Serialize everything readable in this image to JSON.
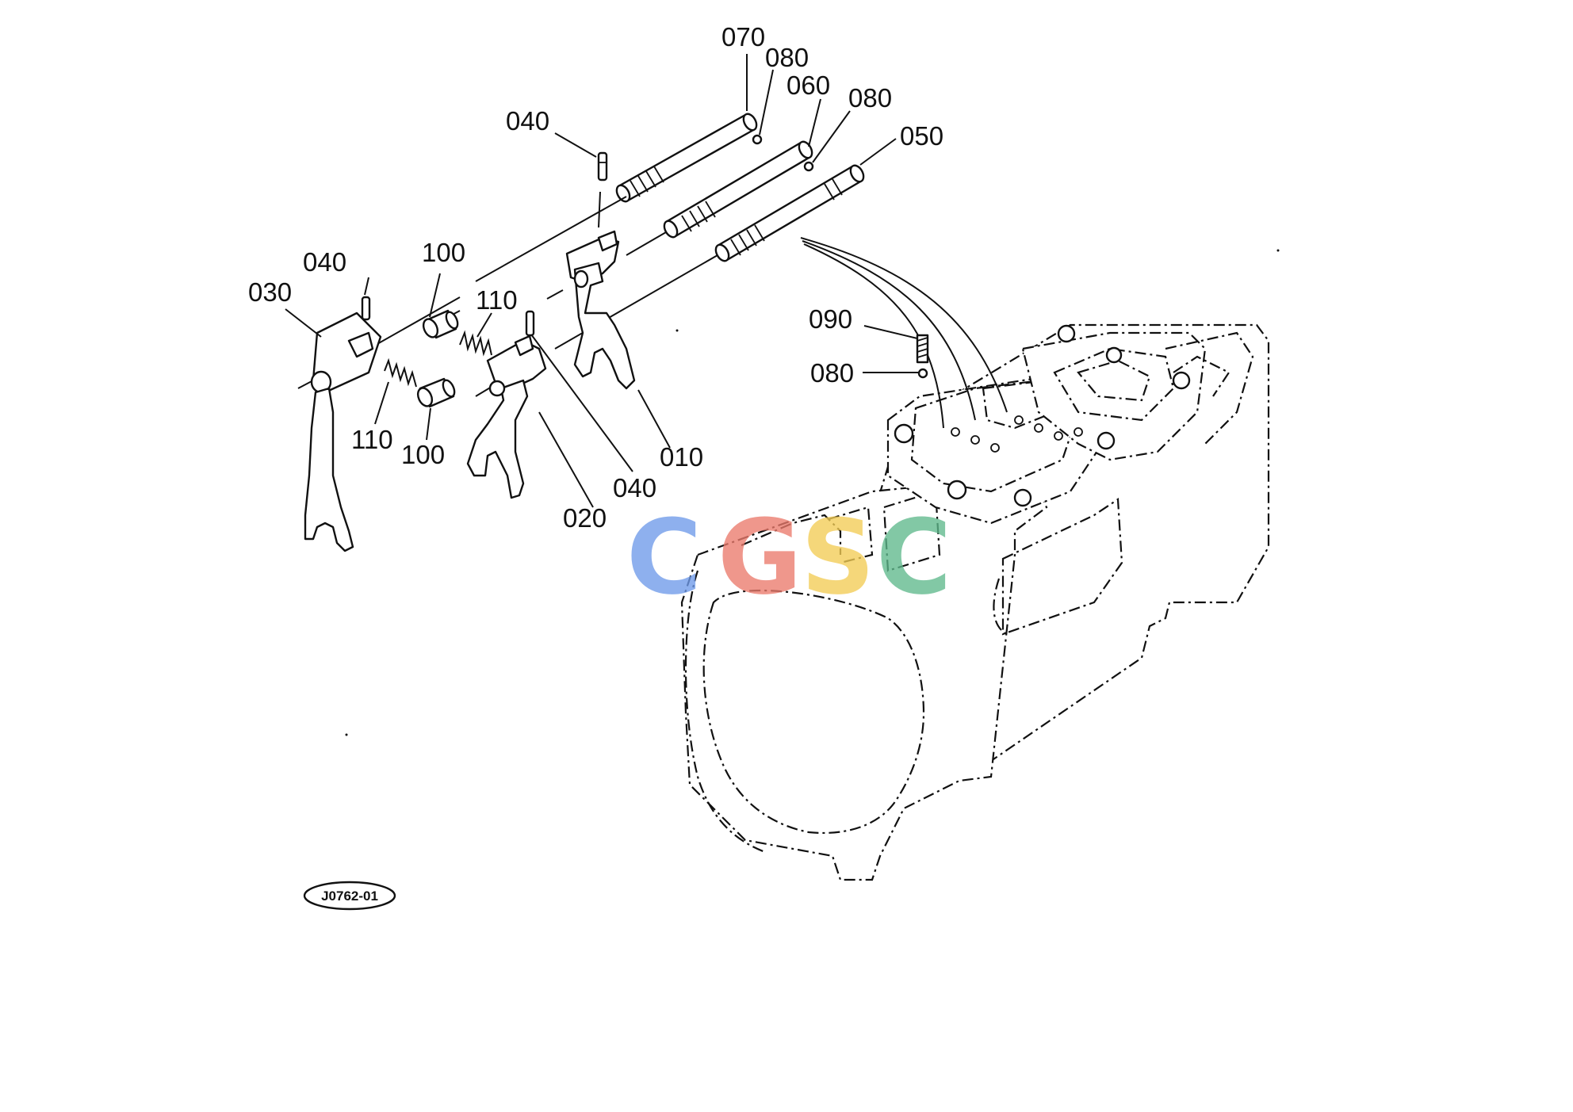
{
  "callouts": [
    {
      "id": "c-070a",
      "text": "070"
    },
    {
      "id": "c-080a",
      "text": "080"
    },
    {
      "id": "c-060",
      "text": "060"
    },
    {
      "id": "c-080b",
      "text": "080"
    },
    {
      "id": "c-050",
      "text": "050"
    },
    {
      "id": "c-040a",
      "text": "040"
    },
    {
      "id": "c-040b",
      "text": "040"
    },
    {
      "id": "c-030",
      "text": "030"
    },
    {
      "id": "c-100a",
      "text": "100"
    },
    {
      "id": "c-110a",
      "text": "110"
    },
    {
      "id": "c-110b",
      "text": "110"
    },
    {
      "id": "c-100b",
      "text": "100"
    },
    {
      "id": "c-020",
      "text": "020"
    },
    {
      "id": "c-040c",
      "text": "040"
    },
    {
      "id": "c-010",
      "text": "010"
    },
    {
      "id": "c-090",
      "text": "090"
    },
    {
      "id": "c-080c",
      "text": "080"
    }
  ],
  "diagram_ref": "J0762-01",
  "watermark": {
    "letters": [
      {
        "char": "C",
        "color": "#6f9bea"
      },
      {
        "char": "G",
        "color": "#eb7a6c"
      },
      {
        "char": "S",
        "color": "#f3cd55"
      },
      {
        "char": "C",
        "color": "#5fb98c"
      }
    ]
  }
}
